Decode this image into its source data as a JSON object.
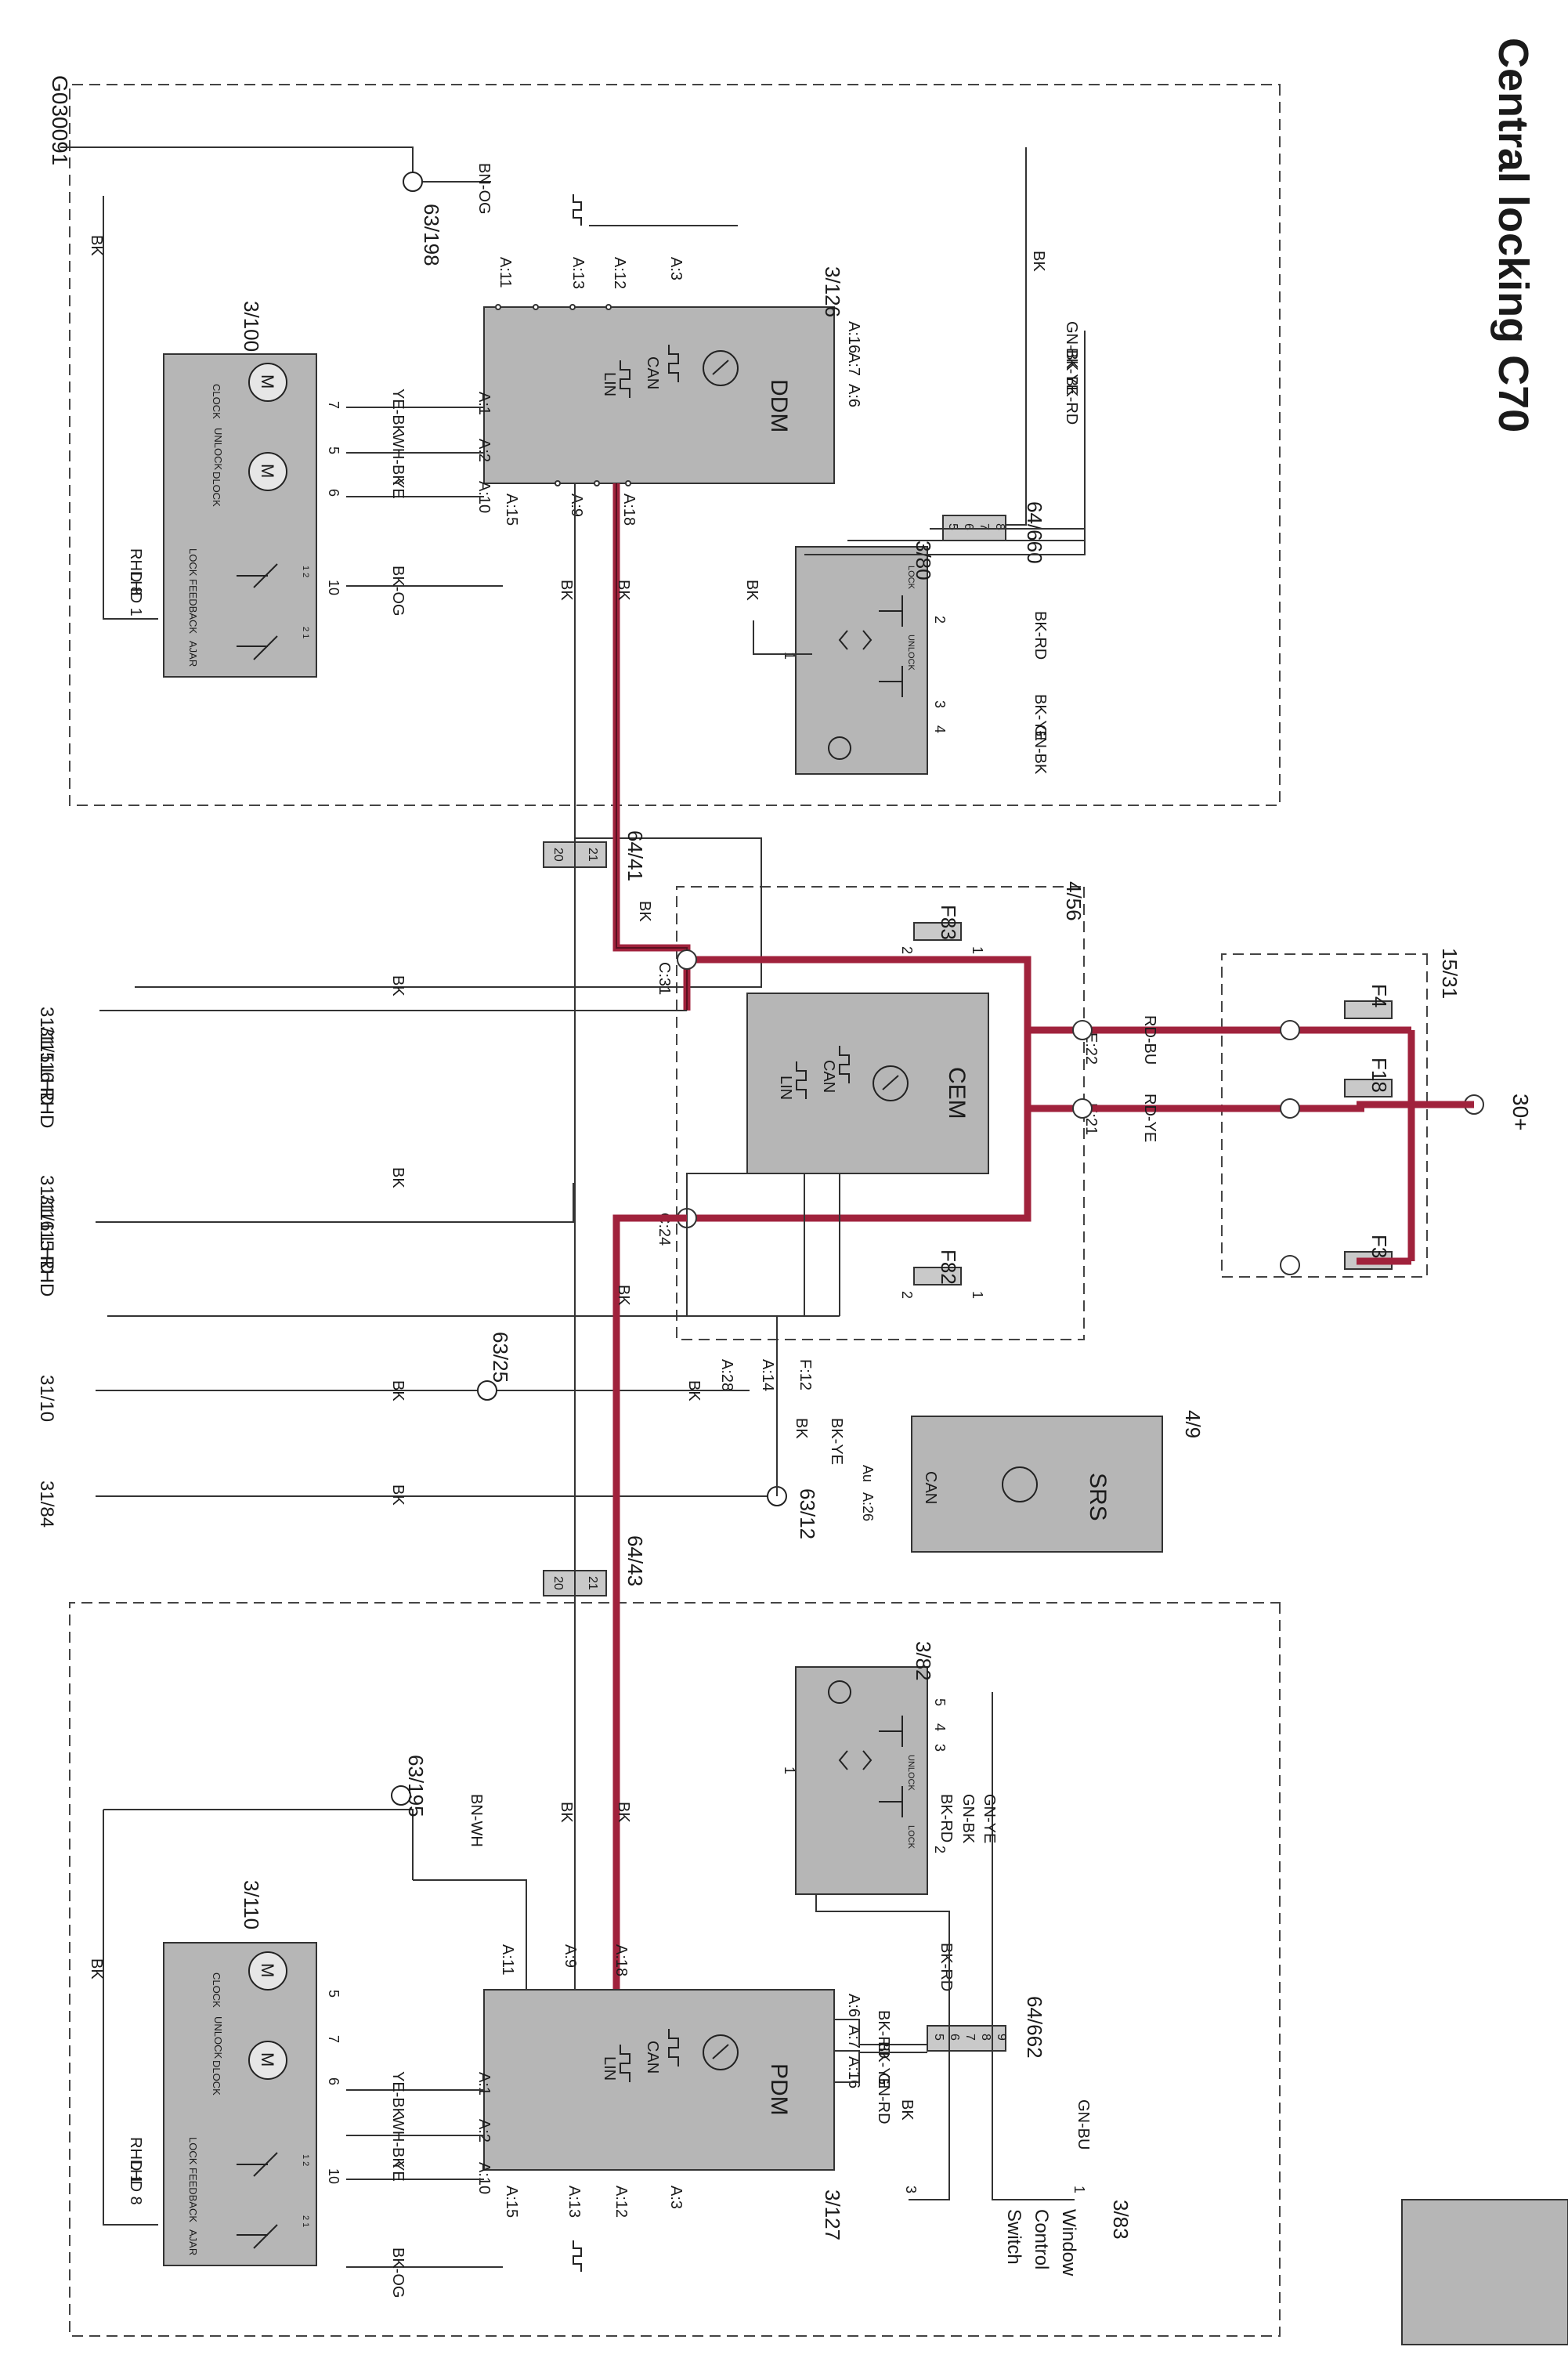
{
  "title": "Central locking C70",
  "diagram_id": "G030091",
  "supply": "30+",
  "modules": {
    "ddm": {
      "name": "DDM",
      "ref": "3/126",
      "buses": [
        "CAN",
        "LIN"
      ]
    },
    "pdm": {
      "name": "PDM",
      "ref": "3/127",
      "buses": [
        "CAN",
        "LIN"
      ]
    },
    "cem": {
      "name": "CEM",
      "ref": "4/56",
      "buses": [
        "CAN",
        "LIN"
      ]
    },
    "srs": {
      "name": "SRS",
      "ref": "4/9",
      "bus": "CAN",
      "pin_top": "Au",
      "pin_bottom": "A:26"
    },
    "wcs": {
      "name_lines": [
        "Window",
        "Control",
        "Switch"
      ],
      "ref": "3/83",
      "pin_a": "3",
      "pin_b": "1"
    }
  },
  "locks": {
    "driver": {
      "ref": "3/100",
      "clock": "CLOCK",
      "unlock": "UNLOCK",
      "dlock": "DLOCK",
      "lock_feedback": "LOCK FEEDBACK",
      "ajar": "AJAR",
      "rhd": "RHD 8",
      "lhd": "LHD 1",
      "pins": [
        "7",
        "5",
        "6",
        "10"
      ],
      "sw1": "1 2",
      "sw2": "2 1"
    },
    "passenger": {
      "ref": "3/110",
      "clock": "CLOCK",
      "unlock": "UNLOCK",
      "dlock": "DLOCK",
      "lock_feedback": "LOCK FEEDBACK",
      "ajar": "AJAR",
      "rhd": "RHD 1",
      "lhd": "LHD 8",
      "pins": [
        "5",
        "7",
        "6",
        "10"
      ],
      "sw1": "1 2",
      "sw2": "2 1"
    }
  },
  "switches": {
    "s380": {
      "ref": "3/80",
      "lock": "LOCK",
      "unlock": "UNLOCK",
      "pins": [
        "1",
        "2",
        "3",
        "4"
      ]
    },
    "s382": {
      "ref": "3/82",
      "lock": "LOCK",
      "unlock": "UNLOCK",
      "pins": [
        "5",
        "4",
        "3",
        "1",
        "2"
      ]
    }
  },
  "connectors": {
    "c660": {
      "ref": "64/660",
      "pins": [
        "5",
        "6",
        "7",
        "8"
      ]
    },
    "c662": {
      "ref": "64/662",
      "pins": [
        "5",
        "6",
        "7",
        "8",
        "9"
      ]
    },
    "c41": {
      "ref": "64/41",
      "pins": [
        "20",
        "21"
      ]
    },
    "c43": {
      "ref": "64/43",
      "pins": [
        "20",
        "21"
      ]
    }
  },
  "splices": [
    "63/198",
    "63/195",
    "63/25",
    "63/12"
  ],
  "fuses": {
    "f83": "F83",
    "f82": "F82",
    "f4": "F4",
    "f18": "F18",
    "f3": "F3",
    "fusebox": "15/31",
    "p1": "1",
    "p2": "2"
  },
  "grounds": {
    "g1": "31/115 LHD",
    "g1b": "31/116 RHD",
    "g2": "31/116 LHD",
    "g2b": "31/115 RHD",
    "g3": "31/10",
    "g4": "31/84"
  },
  "ddm_pins": {
    "a11": "A:11",
    "a13": "A:13",
    "a12": "A:12",
    "a3": "A:3",
    "a16": "A:16",
    "a7": "A:7",
    "a6": "A:6",
    "a1": "A:1",
    "a2": "A:2",
    "a10": "A:10",
    "a15": "A:15",
    "a9": "A:9",
    "a18": "A:18"
  },
  "pdm_pins": {
    "a11": "A:11",
    "a9": "A:9",
    "a18": "A:18",
    "a6": "A:6",
    "a7": "A:7",
    "a16": "A:16",
    "a1": "A:1",
    "a2": "A:2",
    "a10": "A:10",
    "a15": "A:15",
    "a13": "A:13",
    "a12": "A:12",
    "a3": "A:3"
  },
  "cem_pins": {
    "c31": "C:31",
    "c24": "C:24",
    "e22": "E:22",
    "e21": "E:21",
    "a28": "A:28",
    "a14": "A:14",
    "f12": "F:12"
  },
  "wires": {
    "bn_og": "BN-OG",
    "bk": "BK",
    "gn_bk": "GN-BK",
    "bk_ye": "BK-YE",
    "bk_rd": "BK-RD",
    "ye_bk": "YE-BK",
    "wh_bk": "WH-BK",
    "ye": "YE",
    "bk_og": "BK-OG",
    "rd_bu": "RD-BU",
    "rd_ye": "RD-YE",
    "bn_wh": "BN-WH",
    "gn_ye": "GN-YE",
    "gn_rd": "GN-RD",
    "gn_bu": "GN-BU"
  }
}
